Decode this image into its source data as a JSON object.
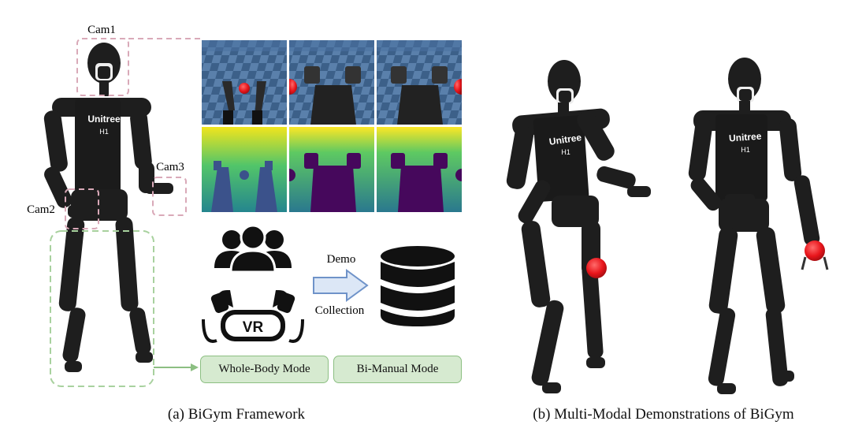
{
  "left_panel": {
    "camera_labels": {
      "cam1": "Cam1",
      "cam2": "Cam2",
      "cam3": "Cam3"
    },
    "robot_chest_text": {
      "brand": "Unitree",
      "model": "H1"
    },
    "arrow_text": {
      "top": "Demo",
      "bottom": "Collection"
    },
    "vr_text": "VR",
    "modes": {
      "whole_body": "Whole-Body Mode",
      "bi_manual": "Bi-Manual Mode"
    },
    "caption": "(a) BiGym Framework"
  },
  "right_panel": {
    "robot_chest_text": {
      "brand": "Unitree",
      "model": "H1"
    },
    "caption": "(b) Multi-Modal Demonstrations of BiGym"
  },
  "colors": {
    "cam_box_pink": "#d9a9b8",
    "leg_box_green": "#a8d19e",
    "mode_fill": "#d6ead0",
    "mode_border": "#8cbf82",
    "arrow_blue": "#6f93c9",
    "ball_red": "#e8151b",
    "robot_black": "#1e1e1e"
  },
  "icons": [
    "user-group-icon",
    "vr-headset-icon",
    "database-icon",
    "right-arrow-icon"
  ]
}
